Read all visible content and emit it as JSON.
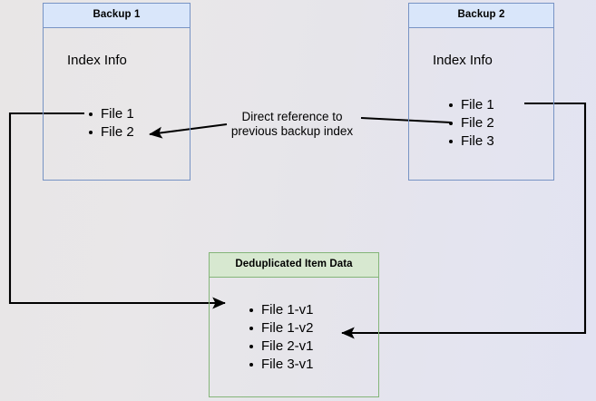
{
  "diagram": {
    "title_hidden": "",
    "colors": {
      "blue_border": "#7793c4",
      "blue_header_fill": "#d9e6fa",
      "green_border": "#84b579",
      "green_header_fill": "#d7e8d0",
      "edge_stroke": "#000000",
      "background_left": "#e8e6e6",
      "background_right": "#e2e3f2"
    },
    "nodes": [
      {
        "id": "backup1",
        "header": "Backup 1",
        "section_label": "Index Info",
        "items": [
          "File 1",
          "File 2"
        ]
      },
      {
        "id": "backup2",
        "header": "Backup 2",
        "section_label": "Index Info",
        "items": [
          "File 1",
          "File 2",
          "File 3"
        ]
      },
      {
        "id": "dedup",
        "header": "Deduplicated Item Data",
        "section_label": "",
        "items": [
          "File 1-v1",
          "File 1-v2",
          "File 2-v1",
          "File 3-v1"
        ]
      }
    ],
    "edges": [
      {
        "id": "edge-backup2-to-backup1",
        "caption_line1": "Direct reference to",
        "caption_line2": "previous backup index",
        "from": "backup2-file2",
        "to": "backup1-file2",
        "arrowhead": "end"
      },
      {
        "id": "edge-backup1-to-dedup",
        "caption_line1": "",
        "caption_line2": "",
        "from": "backup1-file1",
        "to": "dedup-file1-v1",
        "arrowhead": "end"
      },
      {
        "id": "edge-backup2-to-dedup",
        "caption_line1": "",
        "caption_line2": "",
        "from": "backup2-file1",
        "to": "dedup-file1-v2",
        "arrowhead": "end"
      }
    ]
  }
}
